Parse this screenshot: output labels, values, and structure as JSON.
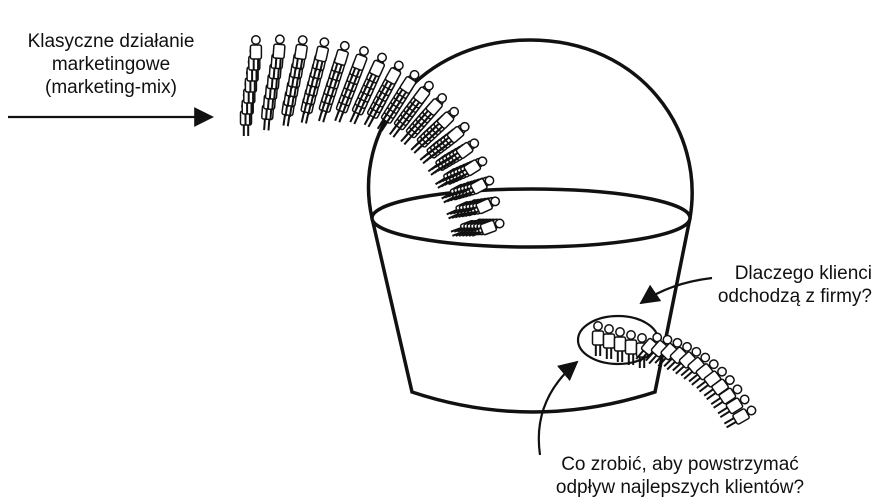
{
  "diagram": {
    "labels": {
      "marketing": [
        "Klasyczne działanie",
        "marketingowe",
        "(marketing-mix)"
      ],
      "why": [
        "Dlaczego klienci",
        "odchodzą z firmy?"
      ],
      "what": [
        "Co zrobić, aby powstrzymać",
        "odpływ najlepszych klientów?"
      ]
    },
    "colors": {
      "ink": "#111111",
      "paper": "#ffffff"
    }
  }
}
